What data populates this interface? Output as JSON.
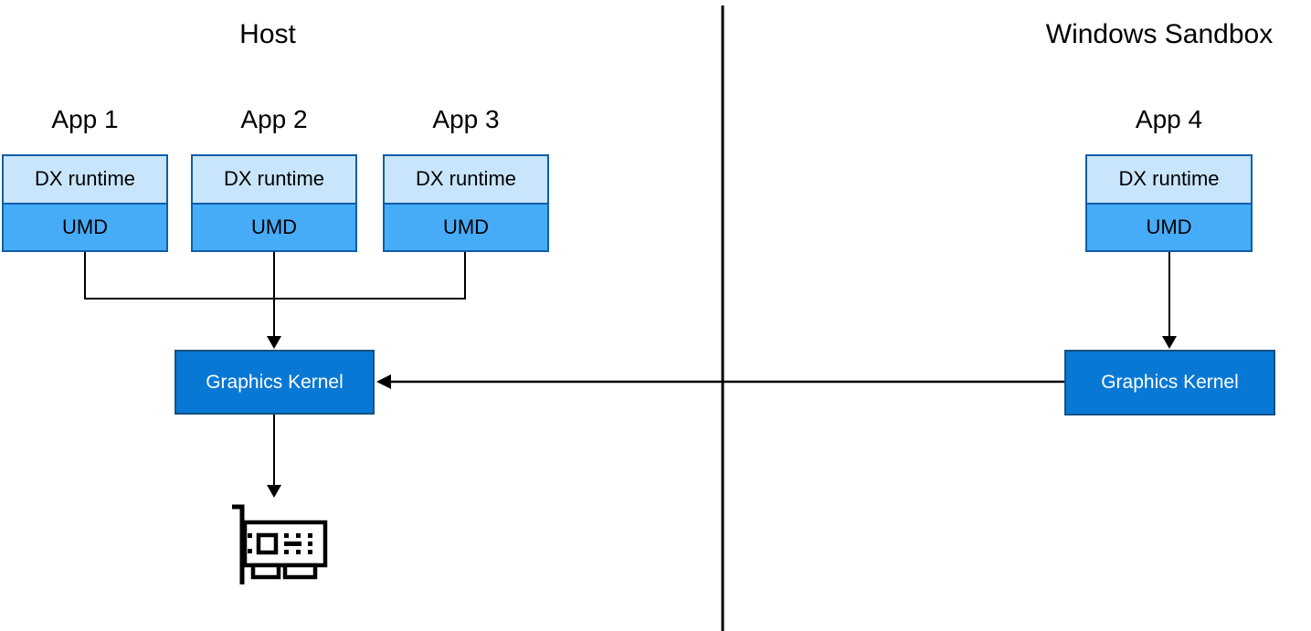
{
  "diagram": {
    "host": {
      "title": "Host",
      "apps": [
        {
          "label": "App 1",
          "layers": {
            "top": "DX runtime",
            "bottom": "UMD"
          }
        },
        {
          "label": "App 2",
          "layers": {
            "top": "DX runtime",
            "bottom": "UMD"
          }
        },
        {
          "label": "App 3",
          "layers": {
            "top": "DX runtime",
            "bottom": "UMD"
          }
        }
      ],
      "kernel_label": "Graphics Kernel"
    },
    "sandbox": {
      "title": "Windows Sandbox",
      "apps": [
        {
          "label": "App 4",
          "layers": {
            "top": "DX runtime",
            "bottom": "UMD"
          }
        }
      ],
      "kernel_label": "Graphics Kernel"
    },
    "icons": {
      "gpu": "gpu-card-icon"
    }
  },
  "colors": {
    "dx_fill": "#c8e5fb",
    "umd_fill": "#47acf8",
    "app_border": "#0d5fa8",
    "kernel_fill": "#0878d4",
    "kernel_border": "#155181",
    "kernel_text": "#ffffff",
    "line": "#000000",
    "text": "#000000",
    "bg": "#ffffff"
  }
}
